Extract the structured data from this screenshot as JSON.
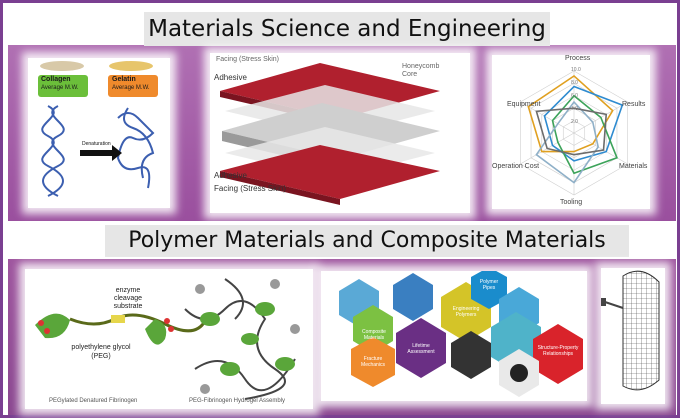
{
  "title": "Materials Science and Engineering",
  "subtitle": "Polymer Materials and Composite Materials",
  "collagen": {
    "left_label": "Collagen",
    "left_sub": "Average M.W.",
    "right_label": "Gelatin",
    "right_sub": "Average M.W.",
    "arrow_label": "Denaturation"
  },
  "sandwich": {
    "facing_top": "Facing (Stress Skin)",
    "adhesive_top": "Adhesive",
    "core": "Honeycomb Core",
    "adhesive_bottom": "Adhesive",
    "facing_bottom": "Facing (Stress Skin)"
  },
  "radar": {
    "axes": [
      "Process",
      "Results",
      "Materials",
      "Tooling",
      "Operation Cost",
      "Equipment"
    ],
    "scale_labels": [
      "10.0",
      "8.0",
      "6.0",
      "4.0",
      "2.0"
    ],
    "series_colors": [
      "#e0a020",
      "#2e8bd0",
      "#3da35a",
      "#8fb0c8",
      "#6c6c6c"
    ]
  },
  "peg": {
    "enzyme_label": "enzyme cleavage substrate",
    "peg_label": "polyethylene glycol (PEG)",
    "left_caption": "PEGylated Denatured Fibrinogen",
    "right_caption": "PEG-Fibrinogen Hydrogel Assembly"
  },
  "hex": {
    "composite": "Composite Materials",
    "engineering": "Engineering Polymers",
    "polymer_pipes": "Polymer Pipes",
    "lifetime": "Lifetime Assessment",
    "fracture": "Fracture Mechanics",
    "structure": "Structure-Property Relationships"
  }
}
